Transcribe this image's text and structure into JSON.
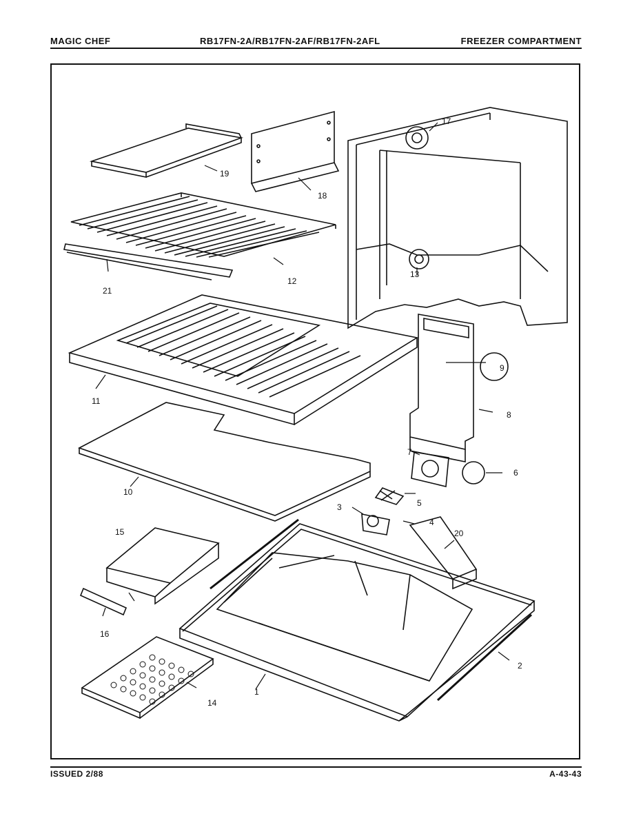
{
  "header": {
    "brand": "MAGIC CHEF",
    "models": "RB17FN-2A/RB17FN-2AF/RB17FN-2AFL",
    "section": "FREEZER COMPARTMENT"
  },
  "footer": {
    "issued": "ISSUED 2/88",
    "page_code": "A-43-43"
  },
  "callouts": {
    "c1": "1",
    "c2": "2",
    "c3": "3",
    "c4": "4",
    "c5": "5",
    "c6": "6",
    "c7": "7",
    "c8": "8",
    "c9": "9",
    "c10": "10",
    "c11": "11",
    "c12": "12",
    "c13": "13",
    "c14": "14",
    "c15": "15",
    "c16": "16",
    "c17": "17",
    "c18": "18",
    "c19": "19",
    "c20": "20",
    "c21": "21"
  }
}
